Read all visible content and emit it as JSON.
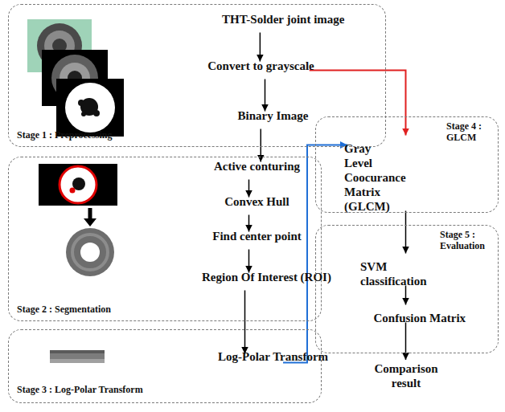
{
  "diagram": {
    "nodes": [
      {
        "text": [
          "Stage 1 : Preprocessing"
        ]
      },
      {
        "text": [
          "THT-Solder joint image"
        ],
        "in": 0
      },
      {
        "text": [
          "Convert to grayscale"
        ],
        "in": 0
      },
      {
        "text": [
          "Binary Image"
        ],
        "in": 0
      },
      {
        "text": [
          "Stage 2 : Segmentation"
        ]
      },
      {
        "text": [
          "Active conturing"
        ],
        "in": 4
      },
      {
        "text": [
          "Convex Hull"
        ],
        "in": 4
      },
      {
        "text": [
          "Find center point"
        ],
        "in": 4
      },
      {
        "text": [
          "Region Of Interest (ROI)"
        ],
        "in": 4
      },
      {
        "text": [
          "Stage 3 : Log-Polar Transform"
        ]
      },
      {
        "text": [
          "Log-Polar Transform"
        ],
        "in": 9
      },
      {
        "text": [
          "Stage 4 : GLCM"
        ]
      },
      {
        "text": [
          "Gray Level Coocurance Matrix (GLCM)"
        ],
        "in": 11
      },
      {
        "text": [
          "Stage 5 : Evaluation"
        ]
      },
      {
        "text": [
          "SVM classification"
        ],
        "in": 13
      },
      {
        "text": [
          "Confusion Matrix"
        ],
        "in": 13
      },
      {
        "text": [
          "Comparison result"
        ]
      }
    ],
    "edges": [
      {
        "from": 1,
        "to": 2,
        "arrow": "to"
      },
      {
        "from": 2,
        "to": 3,
        "arrow": "to"
      },
      {
        "from": 3,
        "to": 5,
        "arrow": "to"
      },
      {
        "from": 5,
        "to": 6,
        "arrow": "to"
      },
      {
        "from": 6,
        "to": 7,
        "arrow": "to"
      },
      {
        "from": 7,
        "to": 8,
        "arrow": "to"
      },
      {
        "from": 8,
        "to": 10,
        "arrow": "to"
      },
      {
        "from": 10,
        "to": 12,
        "arrow": "to"
      },
      {
        "from": 2,
        "to": 12,
        "arrow": "to"
      },
      {
        "from": 12,
        "to": 14,
        "arrow": "to"
      },
      {
        "from": 14,
        "to": 15,
        "arrow": "to"
      },
      {
        "from": 15,
        "to": 16,
        "arrow": "to"
      }
    ]
  }
}
